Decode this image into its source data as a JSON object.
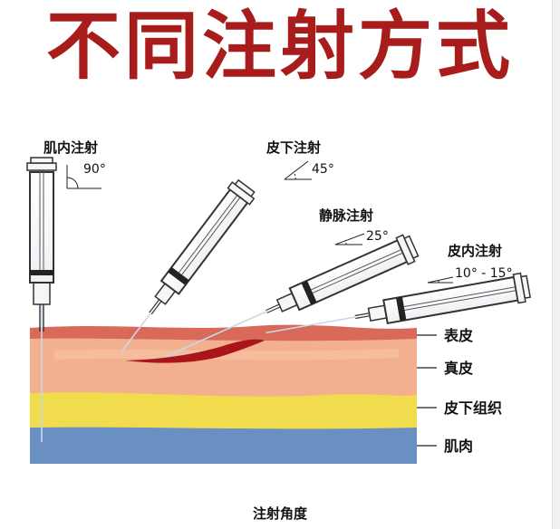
{
  "title": "不同注射方式",
  "injections": [
    {
      "name": "肌内注射",
      "angle": "90°"
    },
    {
      "name": "皮下注射",
      "angle": "45°"
    },
    {
      "name": "静脉注射",
      "angle": "25°"
    },
    {
      "name": "皮内注射",
      "angle": "10° - 15°"
    }
  ],
  "layers": [
    "表皮",
    "真皮",
    "皮下组织",
    "肌肉"
  ],
  "caption": "注射角度",
  "colors": {
    "title": "#a81c1c",
    "epidermis": "#d96a5a",
    "dermis": "#f2b08e",
    "subcutaneous": "#f1dc4e",
    "muscle": "#6a8fc2",
    "vein": "#a8161c"
  }
}
